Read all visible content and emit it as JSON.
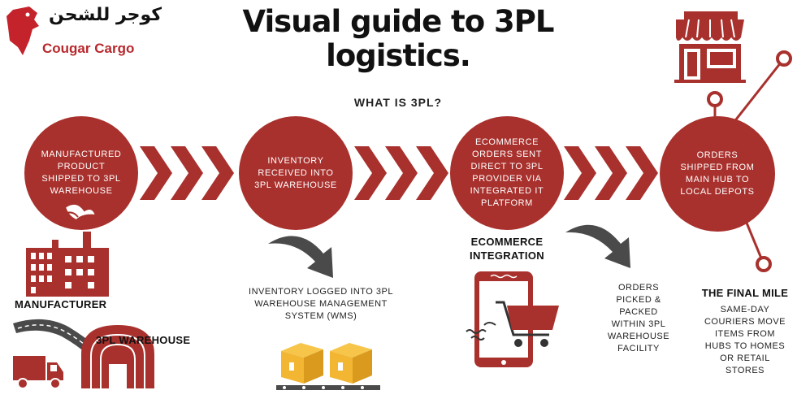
{
  "logo": {
    "arabic": "كوجر للشحن",
    "english": "Cougar Cargo"
  },
  "header": {
    "title_line1": "Visual guide to 3PL",
    "title_line2": "logistics.",
    "subtitle": "WHAT IS 3PL?"
  },
  "steps": [
    {
      "text": "MANUFACTURED PRODUCT SHIPPED TO 3PL WAREHOUSE"
    },
    {
      "text": "INVENTORY RECEIVED INTO 3PL WAREHOUSE"
    },
    {
      "text": "ECOMMERCE ORDERS SENT DIRECT TO 3PL PROVIDER VIA INTEGRATED IT PLATFORM"
    },
    {
      "text": "ORDERS SHIPPED FROM MAIN HUB TO LOCAL DEPOTS"
    }
  ],
  "labels": {
    "manufacturer": "MANUFACTURER",
    "warehouse": "3PL WAREHOUSE",
    "wms": "INVENTORY LOGGED INTO 3PL WAREHOUSE MANAGEMENT SYSTEM (WMS)",
    "ecom_line1": "ECOMMERCE",
    "ecom_line2": "INTEGRATION",
    "picked": "ORDERS PICKED & PACKED WITHIN 3PL WAREHOUSE FACILITY",
    "final_title": "THE FINAL MILE",
    "final_text": "SAME-DAY COURIERS MOVE ITEMS FROM HUBS TO HOMES OR RETAIL STORES"
  },
  "colors": {
    "accent": "#a8312d",
    "arrow": "#a8312d",
    "dark_arrow": "#444444",
    "box": "#f2b632"
  }
}
